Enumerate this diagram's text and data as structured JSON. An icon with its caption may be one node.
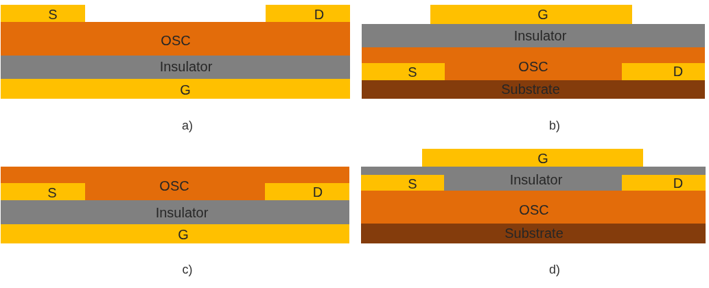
{
  "diagram": {
    "nodes": [
      {
        "text": [
          "S"
        ]
      },
      {
        "text": [
          "D"
        ]
      },
      {
        "text": [
          "OSC"
        ]
      },
      {
        "text": [
          "Insulator"
        ]
      },
      {
        "text": [
          "G"
        ]
      },
      {
        "text": [
          "G"
        ]
      },
      {
        "text": [
          "Insulator"
        ]
      },
      {
        "text": [
          "OSC"
        ]
      },
      {
        "text": [
          "S"
        ],
        "in": 7
      },
      {
        "text": [
          "D"
        ],
        "in": 7
      },
      {
        "text": [
          "Substrate"
        ]
      },
      {
        "text": [
          "OSC"
        ]
      },
      {
        "text": [
          "S"
        ],
        "in": 11
      },
      {
        "text": [
          "D"
        ],
        "in": 11
      },
      {
        "text": [
          "Insulator"
        ]
      },
      {
        "text": [
          "G"
        ]
      },
      {
        "text": [
          "G"
        ]
      },
      {
        "text": [
          "Insulator"
        ]
      },
      {
        "text": [
          "S"
        ],
        "in": 17
      },
      {
        "text": [
          "D"
        ],
        "in": 17
      },
      {
        "text": [
          "OSC"
        ]
      },
      {
        "text": [
          "Substrate"
        ]
      }
    ],
    "labels": [
      "a)",
      "b)",
      "c)",
      "d)"
    ]
  }
}
